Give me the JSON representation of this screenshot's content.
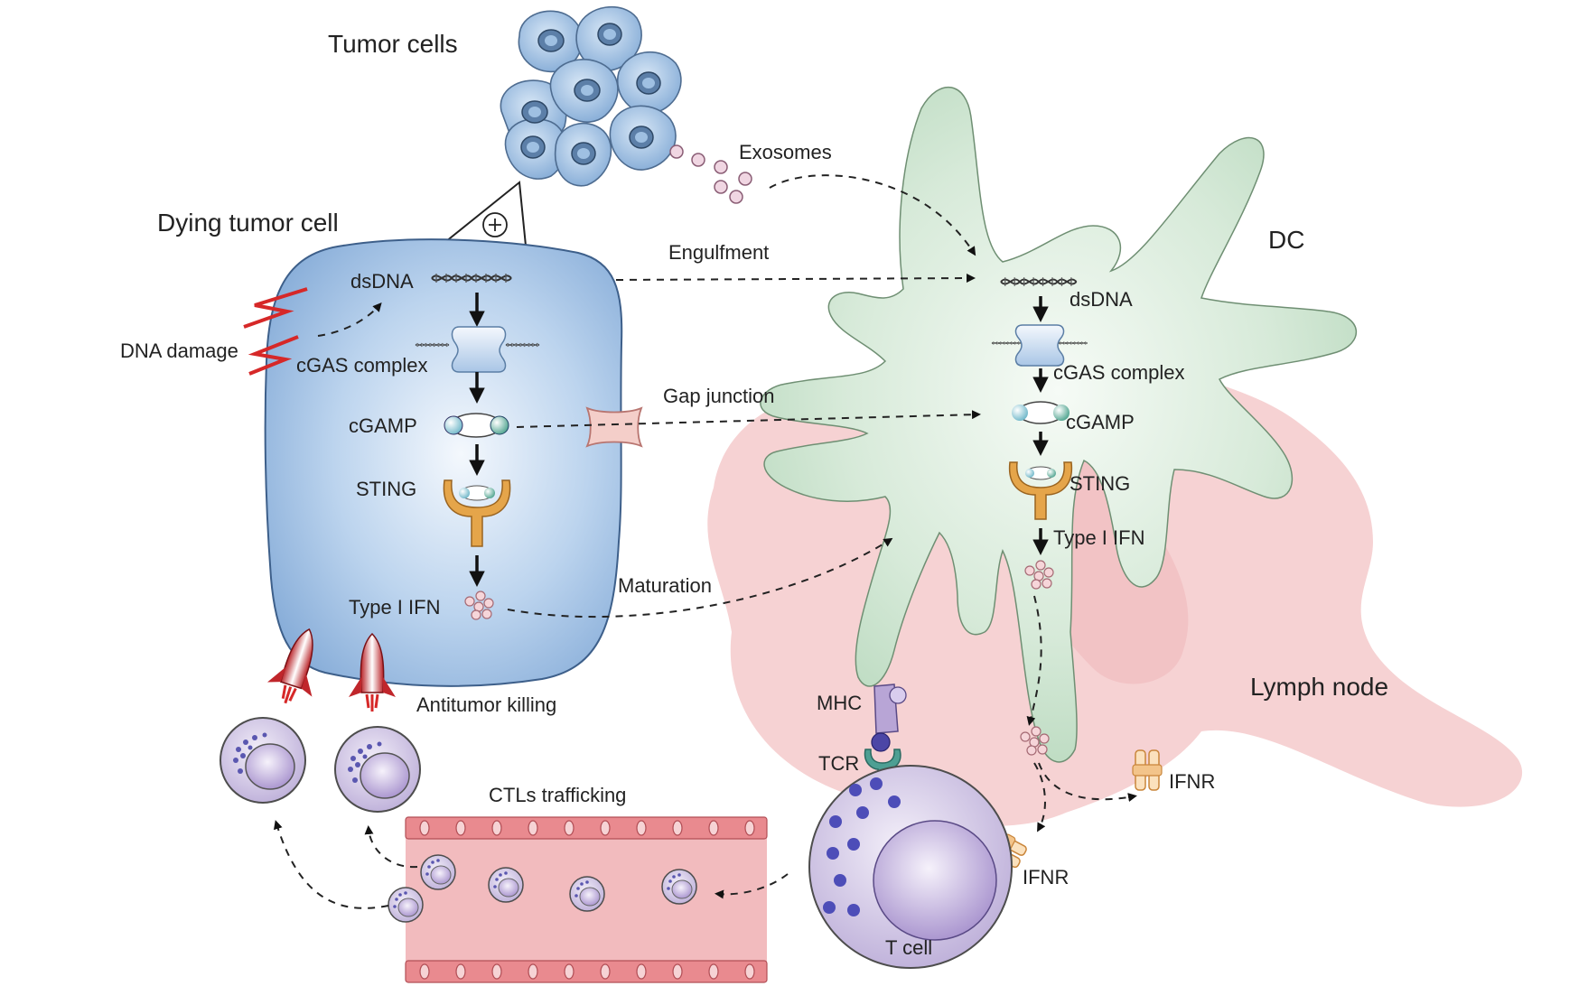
{
  "labels": {
    "tumor_cells": "Tumor cells",
    "dying_tumor_cell": "Dying tumor cell",
    "dna_damage": "DNA damage",
    "exosomes": "Exosomes",
    "engulfment": "Engulfment",
    "gap_junction": "Gap junction",
    "maturation": "Maturation",
    "dc": "DC",
    "lymph_node": "Lymph node",
    "antitumor_killing": "Antitumor killing",
    "ctls_trafficking": "CTLs trafficking",
    "mhc": "MHC",
    "tcr": "TCR",
    "ifnr_dc": "IFNR",
    "ifnr_tcell": "IFNR",
    "t_cell": "T cell"
  },
  "tumor_pathway": [
    "dsDNA",
    "cGAS complex",
    "cGAMP",
    "STING",
    "Type I IFN"
  ],
  "dc_pathway": [
    "dsDNA",
    "cGAS complex",
    "cGAMP",
    "STING",
    "Type I IFN"
  ],
  "colors": {
    "tumor_cell": "#8fb6dd",
    "dc": "#cfe6d2",
    "lymph_node": "#f3c9ca",
    "t_cell": "#c9bde0",
    "vessel": "#e8a3a8",
    "sting": "#e5a54a",
    "damage": "#d62828"
  }
}
